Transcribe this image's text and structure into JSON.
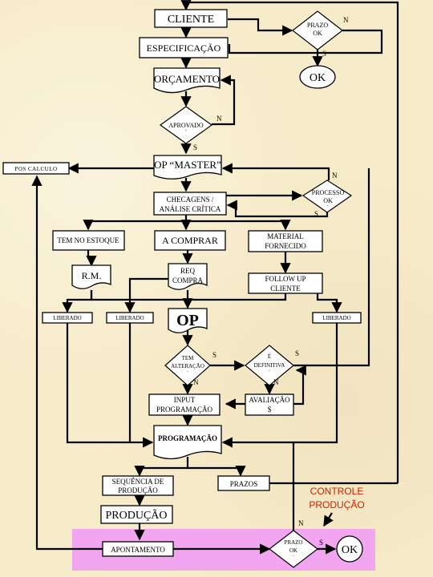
{
  "nodes": {
    "cliente": "CLIENTE",
    "especificacao": "ESPECIFICAÇÃO",
    "orcamento": "ORÇAMENTO",
    "prazo_ok_top": [
      "PRAZO",
      "OK"
    ],
    "ok_top": "OK",
    "aprovado": "APROVADO",
    "pos_calculo": "POS CALCULO",
    "op_master": "OP “MASTER”",
    "checagens": [
      "CHECAGENS /",
      "ANÁLISE CRÍTICA"
    ],
    "processo_ok": [
      "PROCESSO",
      "OK"
    ],
    "tem_no_estoque": "TEM NO ESTOQUE",
    "a_comprar": "A COMPRAR",
    "material_fornecido": [
      "MATERIAL",
      "FORNECIDO"
    ],
    "rm": "R.M.",
    "req_compra": [
      "REQ",
      "COMPRA"
    ],
    "follow_up": [
      "FOLLOW UP",
      "CLIENTE"
    ],
    "liberado": "LIBERADO",
    "op": "OP",
    "tem_alteracao": [
      "TEM",
      "ALTERAÇÃO"
    ],
    "e_definitiva": [
      "É",
      "DEFINITIVA"
    ],
    "input_programacao": [
      "INPUT",
      "PROGRAMAÇÃO"
    ],
    "avaliacao": [
      "AVALIAÇÃO",
      "$"
    ],
    "programacao": "PROGRAMAÇÃO",
    "sequencia": [
      "SEQUÊNCIA DE",
      "PRODUÇÃO"
    ],
    "prazos": "PRAZOS",
    "producao": "PRODUÇÃO",
    "controle_producao": [
      "CONTROLE",
      "PRODUÇÃO"
    ],
    "apontamento": "APONTAMENTO",
    "prazo_ok_bottom": [
      "PRAZO",
      "OK"
    ],
    "ok_bottom": "OK"
  },
  "labels": {
    "n": "N",
    "s": "S",
    "tick": "`"
  },
  "colors": {
    "background": "#f7ecca",
    "highlight": "#f2a6f0",
    "annotation": "#cc2200"
  }
}
